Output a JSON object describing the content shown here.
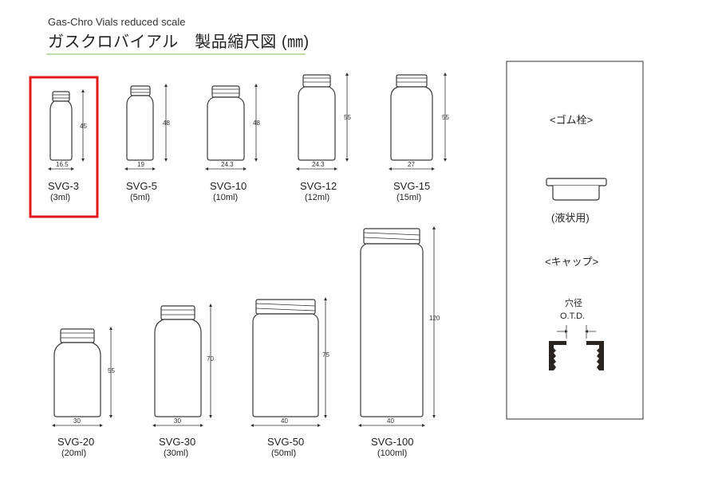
{
  "header": {
    "subtitle_en": "Gas-Chro Vials  reduced scale",
    "title_jp": "ガスクロバイアル　製品縮尺図 (㎜)"
  },
  "highlight_color": "#e01818",
  "vials": [
    {
      "id": "SVG-3",
      "name": "SVG-3",
      "volume": "(3ml)",
      "height_label": "45",
      "dia_label": "16.5",
      "highlighted": true
    },
    {
      "id": "SVG-5",
      "name": "SVG-5",
      "volume": "(5ml)",
      "height_label": "48",
      "dia_label": "19"
    },
    {
      "id": "SVG-10",
      "name": "SVG-10",
      "volume": "(10ml)",
      "height_label": "48",
      "dia_label": "24.3"
    },
    {
      "id": "SVG-12",
      "name": "SVG-12",
      "volume": "(12ml)",
      "height_label": "55",
      "dia_label": "24.3"
    },
    {
      "id": "SVG-15",
      "name": "SVG-15",
      "volume": "(15ml)",
      "height_label": "55",
      "dia_label": "27"
    },
    {
      "id": "SVG-20",
      "name": "SVG-20",
      "volume": "(20ml)",
      "height_label": "55",
      "dia_label": "30"
    },
    {
      "id": "SVG-30",
      "name": "SVG-30",
      "volume": "(30ml)",
      "height_label": "70",
      "dia_label": "30"
    },
    {
      "id": "SVG-50",
      "name": "SVG-50",
      "volume": "(50ml)",
      "height_label": "75",
      "dia_label": "40"
    },
    {
      "id": "SVG-100",
      "name": "SVG-100",
      "volume": "(100ml)",
      "height_label": "120",
      "dia_label": "40"
    }
  ],
  "panel": {
    "rubber_title": "<ゴム栓>",
    "rubber_caption": "(液状用)",
    "cap_title": "<キャップ>",
    "cap_label_jp": "穴径",
    "cap_label_en": "O.T.D."
  }
}
